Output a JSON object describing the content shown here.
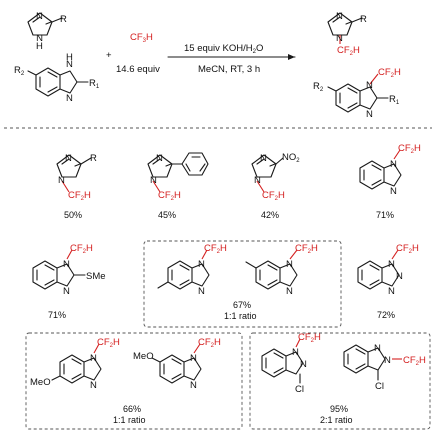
{
  "reaction": {
    "plus": "+",
    "reagent": "CF3H",
    "reagent_equiv": "14.6 equiv",
    "conditions_top": "15 equiv KOH/H2O",
    "conditions_bottom": "MeCN, RT, 3 h"
  },
  "atoms": {
    "N": "N",
    "NH": "N",
    "H": "H",
    "R": "R",
    "R1": "R1",
    "R2": "R2",
    "CF2H": "CF2H",
    "SMe": "SMe",
    "NO2": "NO2",
    "MeO": "MeO",
    "Cl": "Cl"
  },
  "products": [
    {
      "id": "p1",
      "yield": "50%"
    },
    {
      "id": "p2",
      "yield": "45%"
    },
    {
      "id": "p3",
      "yield": "42%"
    },
    {
      "id": "p4",
      "yield": "71%"
    },
    {
      "id": "p5",
      "yield": "71%"
    },
    {
      "id": "p6",
      "yield": "67%",
      "ratio": "1:1 ratio"
    },
    {
      "id": "p7",
      "yield": "72%"
    },
    {
      "id": "p8",
      "yield": "66%",
      "ratio": "1:1 ratio"
    },
    {
      "id": "p9",
      "yield": "95%",
      "ratio": "2:1 ratio"
    }
  ]
}
